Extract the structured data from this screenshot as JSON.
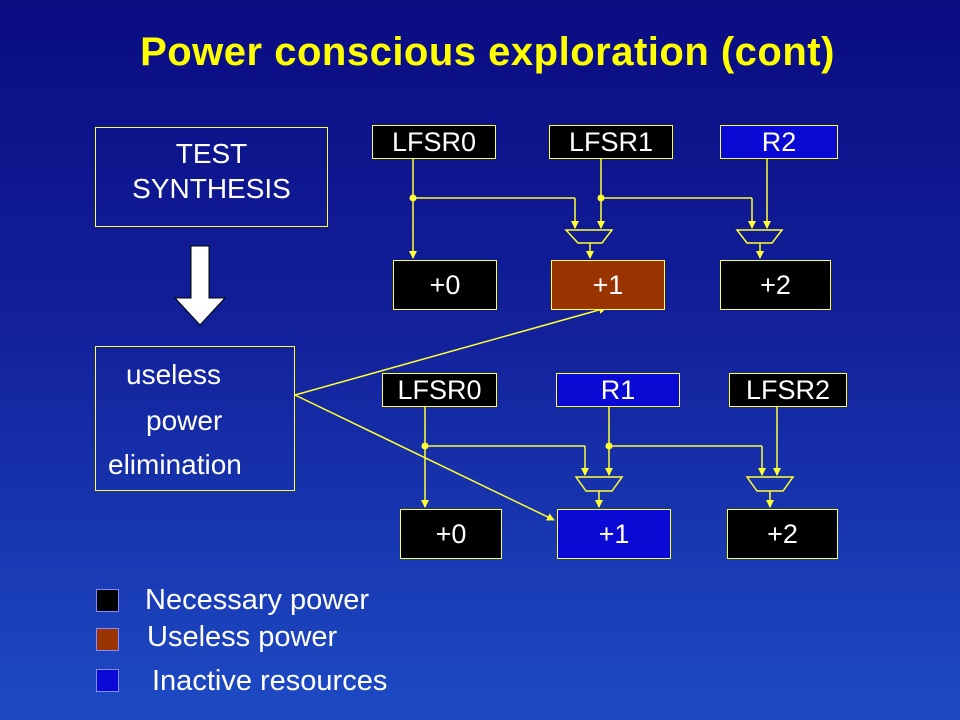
{
  "title": "Power conscious exploration (cont)",
  "panels": {
    "test_synthesis": [
      "TEST",
      "SYNTHESIS"
    ],
    "useless_power": [
      "useless",
      "power",
      "elimination"
    ]
  },
  "top_row": {
    "sources": [
      "LFSR0",
      "LFSR1",
      "R2"
    ],
    "adders": [
      "+0",
      "+1",
      "+2"
    ]
  },
  "bottom_row": {
    "sources": [
      "LFSR0",
      "R1",
      "LFSR2"
    ],
    "adders": [
      "+0",
      "+1",
      "+2"
    ]
  },
  "legend": [
    {
      "label": "Necessary power",
      "color": "#000000"
    },
    {
      "label": "Useless power",
      "color": "#993300"
    },
    {
      "label": "Inactive resources",
      "color": "#0a0ad4"
    }
  ],
  "colors": {
    "title": "#ffff00",
    "wire": "#ffff33",
    "necessary": "#000000",
    "useless": "#993300",
    "inactive": "#0a0ad4"
  }
}
